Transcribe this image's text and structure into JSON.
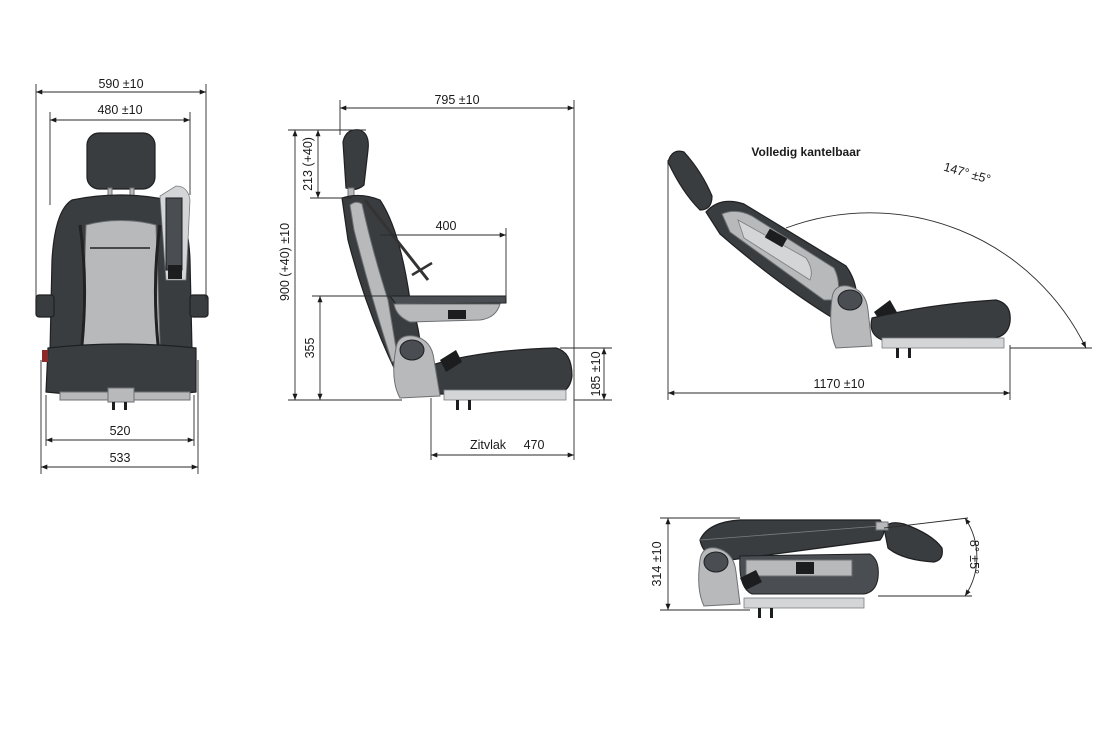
{
  "front_view": {
    "overall_width": "590 ±10",
    "backrest_width": "480 ±10",
    "base_width": "520",
    "total_base_width": "533"
  },
  "side_view": {
    "depth": "795 ±10",
    "headrest_height": "213 (+40)",
    "total_height": "900 (+40) ±10",
    "armrest_length": "400",
    "armrest_height": "355",
    "seat_height": "185 ±10",
    "seat_depth_label": "Zitvlak",
    "seat_depth_value": "470"
  },
  "reclined_view": {
    "title": "Volledig kantelbaar",
    "angle": "147° ±5°",
    "length": "1170 ±10"
  },
  "folded_view": {
    "height": "314 ±10",
    "angle": "8° ±5°"
  }
}
